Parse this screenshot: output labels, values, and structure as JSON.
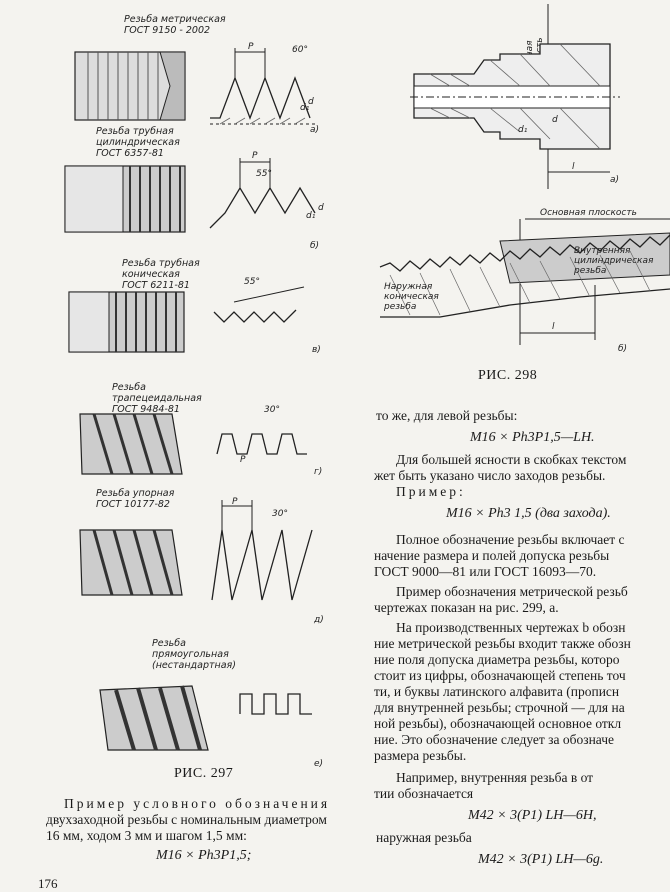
{
  "left": {
    "threads": [
      {
        "label": "Резьба метрическая\nГОСТ 9150 - 2002",
        "angle": "60°",
        "letter": "а)"
      },
      {
        "label": "Резьба трубная\nцилиндрическая\nГОСТ 6357-81",
        "angle": "55°",
        "letter": "б)"
      },
      {
        "label": "Резьба трубная\nконическая\nГОСТ 6211-81",
        "angle": "55°",
        "letter": "в)"
      },
      {
        "label": "Резьба\nтрапецеидальная\nГОСТ 9484-81",
        "angle": "30°",
        "letter": "г)"
      },
      {
        "label": "Резьба упорная\nГОСТ 10177-82",
        "angle": "30°",
        "letter": "д)"
      },
      {
        "label": "Резьба\nпрямоугольная\n(нестандартная)",
        "angle": "",
        "letter": "е)"
      }
    ],
    "dim_p": "P",
    "dim_d": "d",
    "dim_d1": "d₁",
    "fig_caption": "РИС. 297",
    "para1": [
      "Пример условного обозначения",
      "двухзаходной резьбы с номинальным диаметром",
      "16 мм, ходом 3 мм и шагом 1,5 мм:"
    ],
    "formula1": "M16 × Ph3P1,5;",
    "page_number": "176"
  },
  "right": {
    "fig_a_label": "Основная\nплоскость",
    "fig_a_letter": "а)",
    "fig_b_label_main": "Основная плоскость",
    "fig_b_label_inner": "Внутренняя\nцилиндрическая\nрезьба",
    "fig_b_label_outer": "Наружная\nконическая\nрезьба",
    "fig_b_letter": "б)",
    "dim_l": "l",
    "dim_d": "d",
    "dim_d1": "d₁",
    "fig_caption": "РИС. 298",
    "text": [
      {
        "type": "para",
        "text": "то же, для левой резьбы:"
      },
      {
        "type": "formula",
        "text": "M16 × Ph3P1,5—LH."
      },
      {
        "type": "para",
        "text": "Для большей ясности в скобках текстом"
      },
      {
        "type": "para",
        "text": "жет быть указано число заходов резьбы."
      },
      {
        "type": "spaced",
        "text": "Пример:"
      },
      {
        "type": "formula",
        "text": "M16 × Ph3 1,5 (два захода)."
      },
      {
        "type": "para",
        "text": "Полное обозначение резьбы включает с"
      },
      {
        "type": "para",
        "text": "начение размера и полей допуска резьбы"
      },
      {
        "type": "para",
        "text": "ГОСТ 9000—81 или ГОСТ 16093—70."
      },
      {
        "type": "para",
        "text": "Пример обозначения метрической резьб"
      },
      {
        "type": "para",
        "text": "чертежах показан на рис. 299, а."
      },
      {
        "type": "para",
        "text": "На производственных чертежах b обозн"
      },
      {
        "type": "para",
        "text": "ние метрической резьбы входит также обозн"
      },
      {
        "type": "para",
        "text": "ние поля допуска диаметра резьбы, которо"
      },
      {
        "type": "para",
        "text": "стоит из цифры, обозначающей степень точ"
      },
      {
        "type": "para",
        "text": "ти, и буквы латинского алфавита (прописн"
      },
      {
        "type": "para",
        "text": "для внутренней резьбы; строчной — для на"
      },
      {
        "type": "para",
        "text": "ной резьбы), обозначающей основное откл"
      },
      {
        "type": "para",
        "text": "ние. Это обозначение следует за обозначе"
      },
      {
        "type": "para",
        "text": "размера резьбы."
      },
      {
        "type": "para",
        "text": "Например, внутренняя резьба в от"
      },
      {
        "type": "para",
        "text": "тии обозначается"
      },
      {
        "type": "formula",
        "text": "M42 × 3(P1) LH—6H,"
      },
      {
        "type": "para",
        "text": "наружная резьба"
      },
      {
        "type": "formula",
        "text": "M42 × 3(P1) LH—6g."
      }
    ]
  }
}
